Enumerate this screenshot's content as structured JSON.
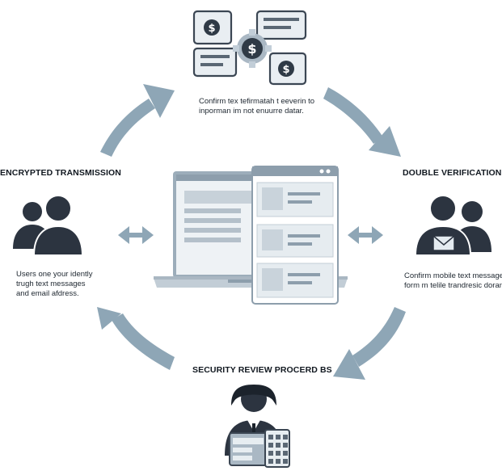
{
  "colors": {
    "arrow": "#8ea6b6",
    "dark": "#2c3440",
    "window_frame": "#8d9eac",
    "window_fill": "#e8edf1",
    "block": "#c9d3db"
  },
  "top_node": {
    "icon": "currency-exchange-icon",
    "caption_lines": [
      "Confirm tex tefirmatah t eeverin to",
      "inporman im not enuurre datar."
    ]
  },
  "left_node": {
    "heading": "ENCRYPTED TRANSMISSION",
    "icon": "users-icon",
    "caption_lines": [
      "Users one your idently",
      "trugh text messages",
      "and email afdress."
    ]
  },
  "right_node": {
    "heading": "DOUBLE VERIFICATION",
    "icon": "users-with-envelope-icon",
    "caption_lines": [
      "Confirm mobile text messages",
      "form m telile trandresic dorand"
    ]
  },
  "bottom_node": {
    "heading": "SECURITY REVIEW PROCERD BS",
    "icon": "reviewer-with-terminal-icon"
  },
  "center": {
    "icon": "laptop-with-dashboard-icon"
  }
}
